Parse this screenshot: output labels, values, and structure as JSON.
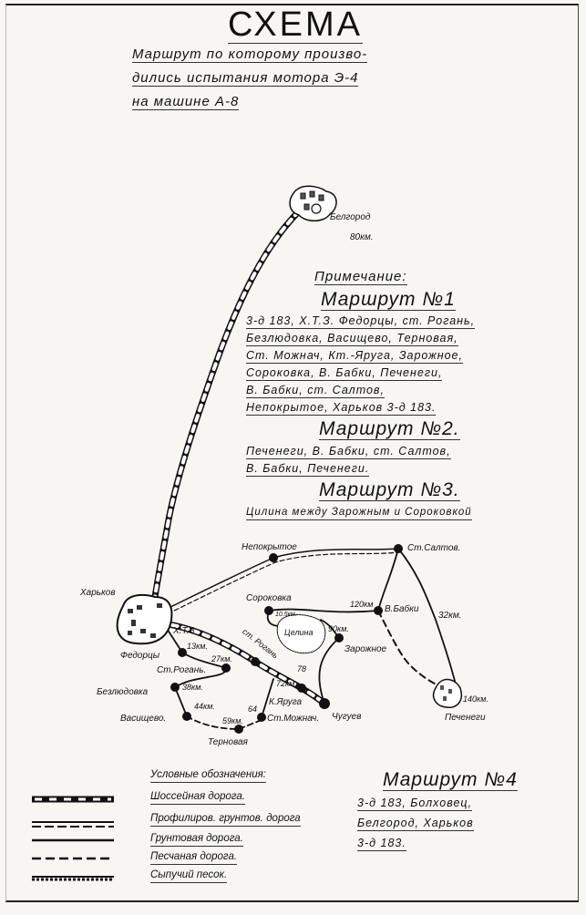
{
  "title": "СХЕМА",
  "subtitle": [
    "Маршрут по которому произво-",
    "дились испытания мотора Э-4",
    "на машине А-8"
  ],
  "notes": {
    "heading": "Примечание:",
    "routes": [
      {
        "title": "Маршрут №1",
        "lines": [
          "3-д 183, Х.Т.З. Федорцы, ст. Рогань,",
          "Безлюдовка, Васищево, Терновая,",
          "Ст. Можнач, Кт.-Яруга, Зарожное,",
          "Сороковка, В. Бабки, Печенеги,",
          "В. Бабки, ст. Салтов,",
          "Непокрытое, Харьков 3-д 183."
        ]
      },
      {
        "title": "Маршрут №2.",
        "lines": [
          "Печенеги, В. Бабки, ст. Салтов,",
          "В. Бабки, Печенеги."
        ]
      },
      {
        "title": "Маршрут №3.",
        "lines": [
          "Цилина между Зарожным и Сороковкой"
        ]
      }
    ]
  },
  "places": {
    "belgorod": "Белгород",
    "belgorod_km": "80км.",
    "kharkov": "Харьков",
    "neprokrytoe": "Непокрытое",
    "saltov": "Ст.Салтов.",
    "sorokovka": "Сороковка",
    "km105": "10.5км.",
    "tselina": "Целина",
    "km120": "120км",
    "babki": "В.Бабки",
    "km32": "32км.",
    "km90": "90км.",
    "zarozhnoe": "Зарожное",
    "km140": "140км.",
    "pechenegi": "Печенеги",
    "hts": "Х.Т.З",
    "fedortsy": "Федорцы",
    "km13": "13км.",
    "rogan": "Ст.Рогань.",
    "km27": "27км.",
    "rogan_road": "ст. Рогань",
    "bezlyudovka": "Безлюдовка",
    "km38": "38км.",
    "km44": "44км.",
    "vasishchevo": "Васищево.",
    "km59": "59км.",
    "ternovaya": "Терновая",
    "km64": "64",
    "mozhnach": "Ст.Можнач.",
    "yaruga": "К.Яруга",
    "km72": "72км.",
    "km78": "78",
    "chuguev": "Чугуев"
  },
  "legend": {
    "heading": "Условные обозначения:",
    "items": [
      "Шоссейная дорога.",
      "Профилиров. грунтов. дорога",
      "Грунтовая дорога.",
      "Песчаная дорога.",
      "Сыпучий песок."
    ]
  },
  "route4": {
    "title": "Маршрут №4",
    "lines": [
      "3-д 183, Болховец,",
      "Белгород, Харьков",
      "3-д 183."
    ]
  }
}
